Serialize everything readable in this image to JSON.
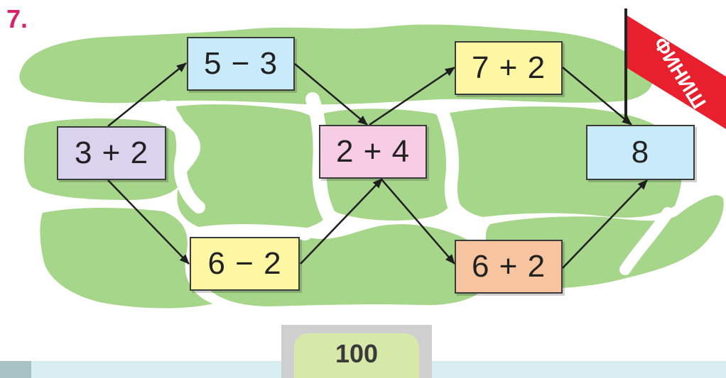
{
  "task_number": "7.",
  "finish_label": "ФИНИШ",
  "page_number": "100",
  "colors": {
    "island": "#a6d68a",
    "flag": "#e8202e",
    "arrow": "#1f1f1f",
    "task_number": "#d4246e",
    "footer": "#d8eef2",
    "page_tab": "#d6e9a8"
  },
  "nodes": [
    {
      "id": "n_3p2",
      "label": "3 + 2",
      "fill": "#d9d3ee"
    },
    {
      "id": "n_5m3",
      "label": "5 − 3",
      "fill": "#c9ebf9"
    },
    {
      "id": "n_6m2",
      "label": "6 − 2",
      "fill": "#fdf6a2"
    },
    {
      "id": "n_2p4",
      "label": "2 + 4",
      "fill": "#f7cde5"
    },
    {
      "id": "n_7p2",
      "label": "7 + 2",
      "fill": "#fdf6a2"
    },
    {
      "id": "n_6p2",
      "label": "6 + 2",
      "fill": "#f6c49e"
    },
    {
      "id": "n_8",
      "label": "8",
      "fill": "#c9ebf9"
    }
  ],
  "edges": [
    {
      "from": "n_3p2",
      "to": "n_5m3"
    },
    {
      "from": "n_3p2",
      "to": "n_6m2"
    },
    {
      "from": "n_5m3",
      "to": "n_2p4"
    },
    {
      "from": "n_6m2",
      "to": "n_2p4"
    },
    {
      "from": "n_2p4",
      "to": "n_7p2"
    },
    {
      "from": "n_2p4",
      "to": "n_6p2"
    },
    {
      "from": "n_7p2",
      "to": "n_8"
    },
    {
      "from": "n_6p2",
      "to": "n_8"
    }
  ]
}
